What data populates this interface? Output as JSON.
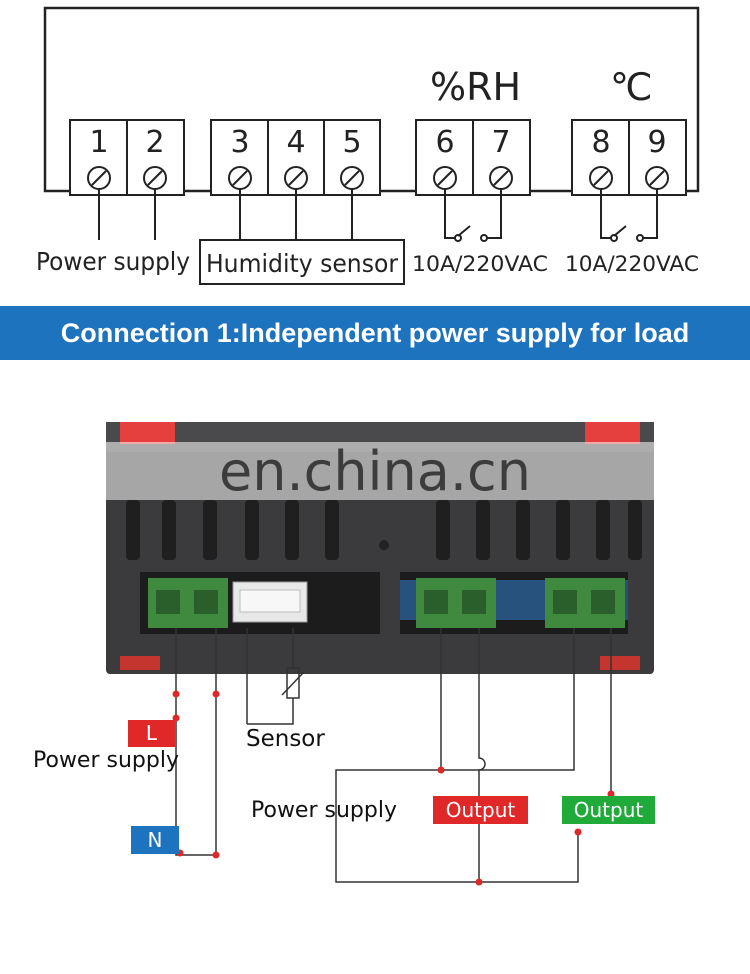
{
  "terminal_numbers": [
    "1",
    "2",
    "3",
    "4",
    "5",
    "6",
    "7",
    "8",
    "9"
  ],
  "units": {
    "humidity": "%RH",
    "temperature": "℃"
  },
  "labels": {
    "power_supply": "Power supply",
    "humidity_sensor": "Humidity sensor",
    "relay_rating_humidity": "10A/220VAC",
    "relay_rating_temperature": "10A/220VAC"
  },
  "banner": {
    "text": "Connection 1:Independent power supply for load",
    "color": "#1e73be"
  },
  "watermark": {
    "text": "en.china.cn"
  },
  "wiring": {
    "sensor_label": "Sensor",
    "power_supply_left": "Power supply",
    "power_supply_right": "Power supply",
    "live_tag": "L",
    "neutral_tag": "N",
    "output_red": "Output",
    "output_green": "Output",
    "colors": {
      "red": "#e02828",
      "green": "#1faa3a",
      "blue": "#1e73be"
    }
  }
}
